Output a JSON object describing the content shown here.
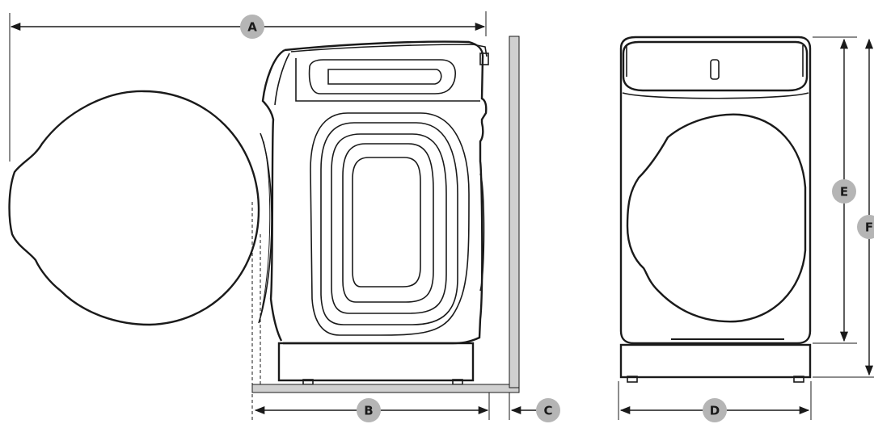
{
  "labels": {
    "a": "A",
    "b": "B",
    "c": "C",
    "d": "D",
    "e": "E",
    "f": "F"
  },
  "colors": {
    "line": "#1a1a1a",
    "badge": "#b5b5b5",
    "wall": "#d0d0d0"
  },
  "icons": {
    "side_view": "washer-side-view-with-open-door",
    "front_view": "washer-front-view"
  }
}
